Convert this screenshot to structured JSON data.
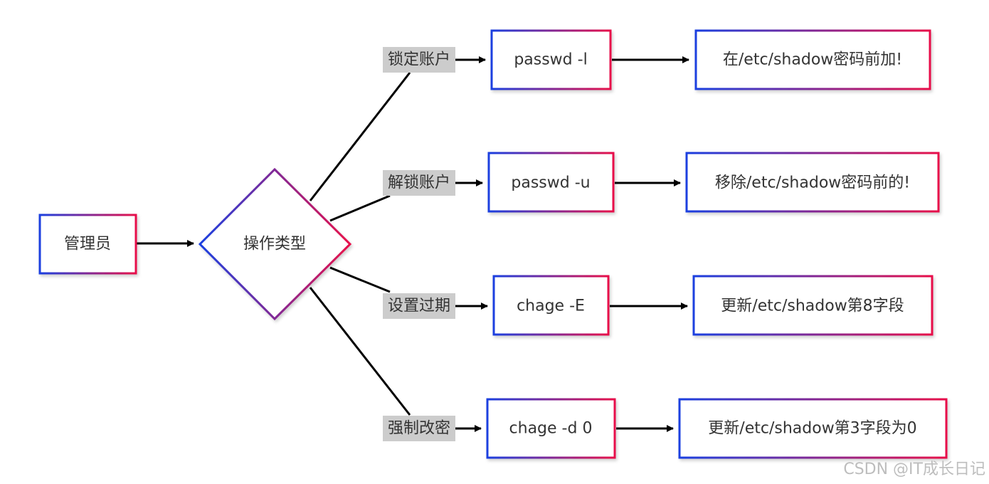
{
  "colors": {
    "gradient_start": "#1a3fe0",
    "gradient_end": "#e8104a",
    "edge": "#000000",
    "edge_label_bg": "#cccccc",
    "text": "#333333",
    "watermark": "#bdbdbd"
  },
  "nodes": {
    "admin": "管理员",
    "op_type": "操作类型"
  },
  "branches": [
    {
      "label": "锁定账户",
      "command": "passwd -l",
      "effect": "在/etc/shadow密码前加!"
    },
    {
      "label": "解锁账户",
      "command": "passwd -u",
      "effect": "移除/etc/shadow密码前的!"
    },
    {
      "label": "设置过期",
      "command": "chage -E",
      "effect": "更新/etc/shadow第8字段"
    },
    {
      "label": "强制改密",
      "command": "chage -d 0",
      "effect": "更新/etc/shadow第3字段为0"
    }
  ],
  "watermark": "CSDN @IT成长日记"
}
